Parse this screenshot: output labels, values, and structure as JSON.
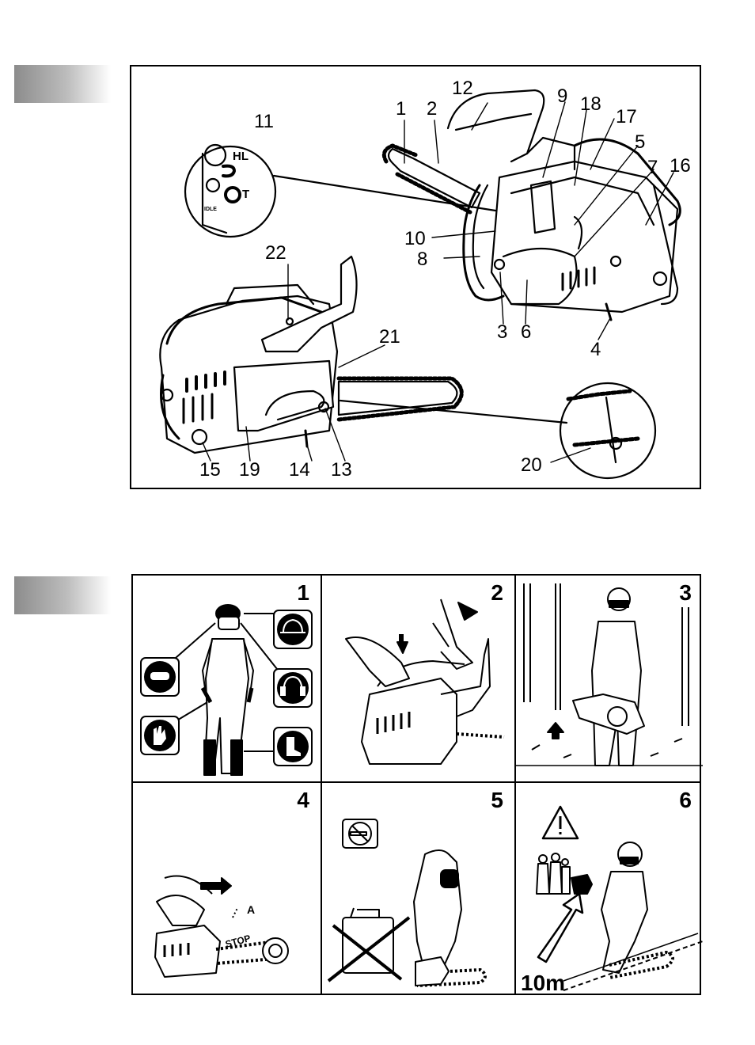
{
  "figure1": {
    "inset_top_labels": {
      "hl": "HL",
      "t": "T",
      "idle": "IDLE"
    },
    "callouts": [
      {
        "id": "c1",
        "text": "1"
      },
      {
        "id": "c2",
        "text": "2"
      },
      {
        "id": "c3",
        "text": "3"
      },
      {
        "id": "c4",
        "text": "4"
      },
      {
        "id": "c5",
        "text": "5"
      },
      {
        "id": "c6",
        "text": "6"
      },
      {
        "id": "c7",
        "text": "7"
      },
      {
        "id": "c8",
        "text": "8"
      },
      {
        "id": "c9",
        "text": "9"
      },
      {
        "id": "c10",
        "text": "10"
      },
      {
        "id": "c11",
        "text": "11"
      },
      {
        "id": "c12",
        "text": "12"
      },
      {
        "id": "c13",
        "text": "13"
      },
      {
        "id": "c14",
        "text": "14"
      },
      {
        "id": "c15",
        "text": "15"
      },
      {
        "id": "c16",
        "text": "16"
      },
      {
        "id": "c17",
        "text": "17"
      },
      {
        "id": "c18",
        "text": "18"
      },
      {
        "id": "c19",
        "text": "19"
      },
      {
        "id": "c20",
        "text": "20"
      },
      {
        "id": "c21",
        "text": "21"
      },
      {
        "id": "c22",
        "text": "22"
      }
    ]
  },
  "figure2": {
    "panels": [
      {
        "number": "1"
      },
      {
        "number": "2"
      },
      {
        "number": "3"
      },
      {
        "number": "4",
        "labels": {
          "a": "A",
          "stop": "STOP"
        }
      },
      {
        "number": "5"
      },
      {
        "number": "6",
        "labels": {
          "distance": "10m"
        }
      }
    ]
  },
  "colors": {
    "ink": "#000000",
    "tab_dark": "#8c8c8c",
    "tab_light": "#ffffff"
  },
  "icons": [
    "helmet-icon",
    "goggles-icon",
    "ear-protection-icon",
    "gloves-icon",
    "boots-icon",
    "no-smoking-icon",
    "warning-icon",
    "arrow-icon"
  ]
}
